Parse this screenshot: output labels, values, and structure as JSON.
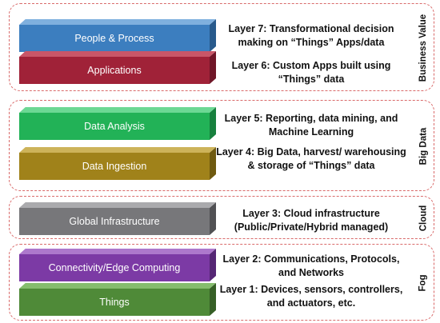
{
  "groups": [
    {
      "label": "Business Value"
    },
    {
      "label": "Big Data"
    },
    {
      "label": "Cloud"
    },
    {
      "label": "Fog"
    }
  ],
  "layers": [
    {
      "bar_label": "People & Process",
      "color": "#3c7ebf",
      "desc": "Layer 7: Transformational decision making on “Things” Apps/data"
    },
    {
      "bar_label": "Applications",
      "color": "#a02238",
      "desc": "Layer 6: Custom Apps built using “Things” data"
    },
    {
      "bar_label": "Data Analysis",
      "color": "#22b257",
      "desc": "Layer 5: Reporting, data mining, and Machine Learning"
    },
    {
      "bar_label": "Data Ingestion",
      "color": "#a0821a",
      "desc": "Layer 4: Big Data, harvest/ warehousing & storage of “Things” data"
    },
    {
      "bar_label": "Global Infrastructure",
      "color": "#77777a",
      "desc": "Layer 3: Cloud infrastructure (Public/Private/Hybrid managed)"
    },
    {
      "bar_label": "Connectivity/Edge Computing",
      "color": "#7c3aa5",
      "desc": "Layer 2: Communications, Protocols, and Networks"
    },
    {
      "bar_label": "Things",
      "color": "#4f8a38",
      "desc": "Layer 1: Devices, sensors, controllers, and actuators, etc."
    }
  ]
}
